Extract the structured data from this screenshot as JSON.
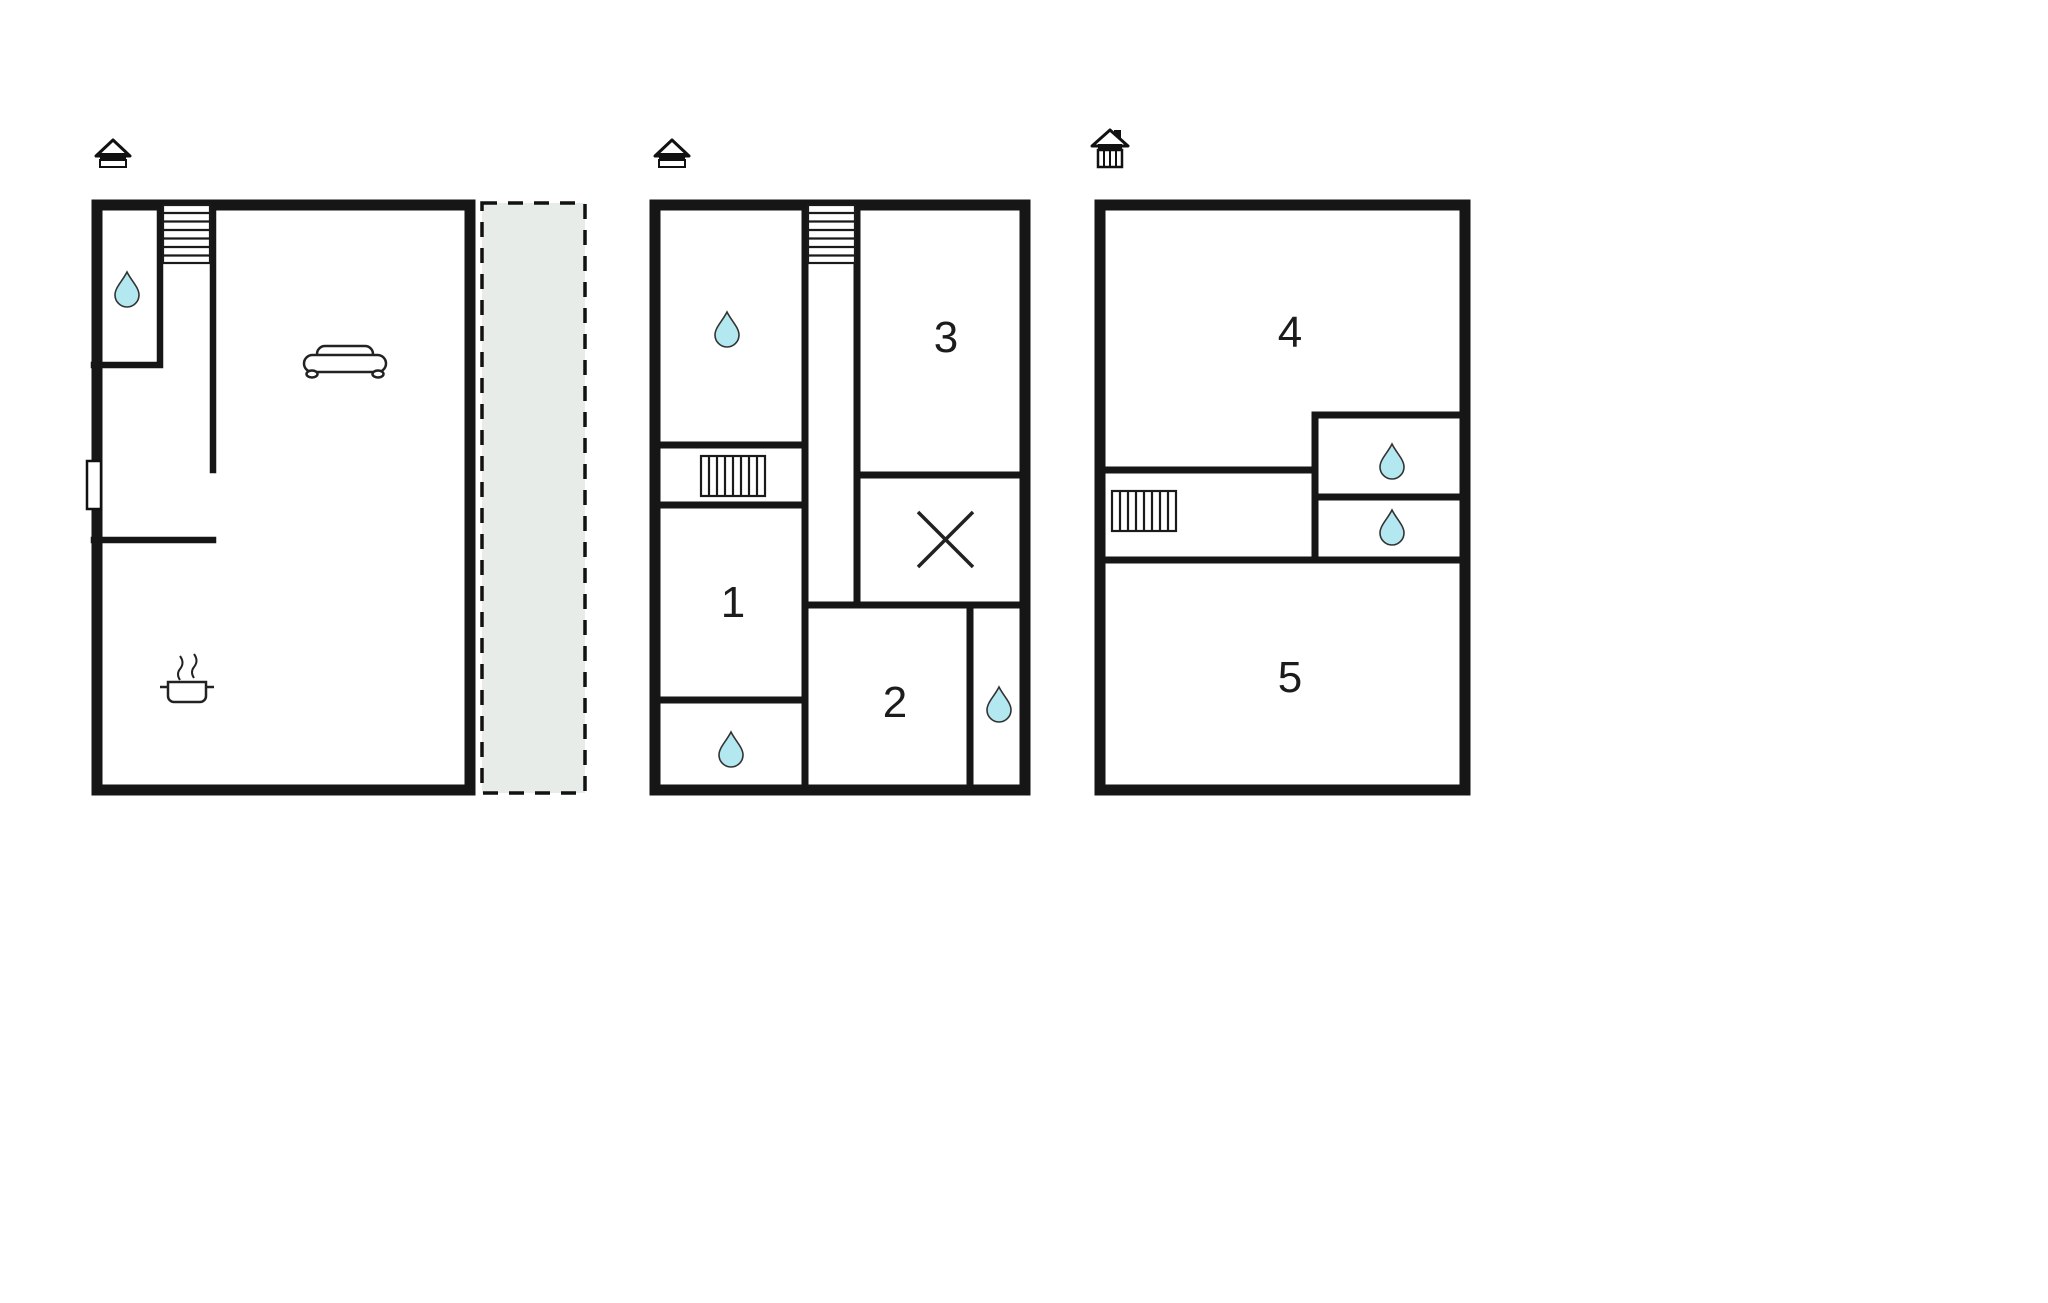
{
  "diagram": {
    "type": "floor-plan",
    "units": [
      {
        "id": "A",
        "rooms": []
      },
      {
        "id": "B",
        "rooms": [
          "1",
          "2",
          "3"
        ]
      },
      {
        "id": "C",
        "rooms": [
          "4",
          "5"
        ]
      }
    ],
    "labels": {
      "room1": "1",
      "room2": "2",
      "room3": "3",
      "room4": "4",
      "room5": "5"
    },
    "colors": {
      "wall": "#161616",
      "droplet_fill": "#b3e8f1",
      "strip_fill": "#e8ece9",
      "background": "#ffffff"
    },
    "icons": [
      {
        "name": "entrance-house-icon",
        "count": 3
      },
      {
        "name": "water-drop-icon",
        "count": 6
      },
      {
        "name": "stairs-icon",
        "count": 4
      },
      {
        "name": "sofa-icon",
        "count": 1
      },
      {
        "name": "cooking-pot-icon",
        "count": 1
      },
      {
        "name": "cross-window-icon",
        "count": 1
      },
      {
        "name": "door-marker",
        "count": 1
      }
    ]
  }
}
